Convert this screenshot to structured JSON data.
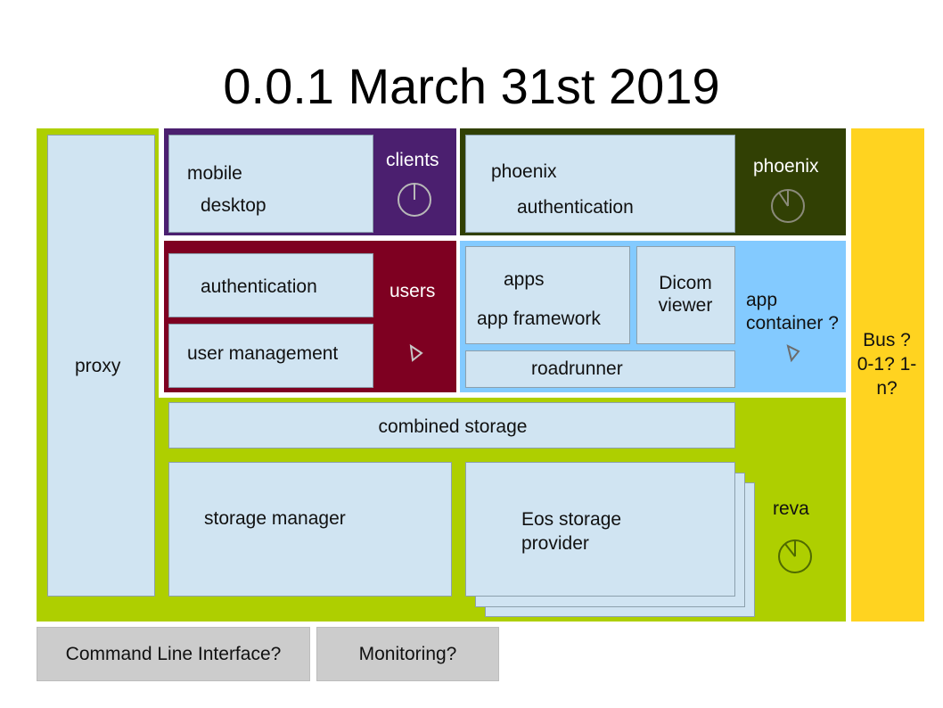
{
  "title": "0.0.1 March 31st 2019",
  "colors": {
    "proxy_green": "#aecf00",
    "clients_purple": "#4b1f6f",
    "phoenix_olive": "#314004",
    "users_maroon": "#7e0021",
    "app_container_blue": "#83caff",
    "bus_yellow": "#ffd320",
    "light_box": "#d0e4f2",
    "gray_box": "#cccccc"
  },
  "proxy": {
    "label": "proxy"
  },
  "clients": {
    "label": "clients",
    "items": [
      "mobile",
      "desktop"
    ],
    "icon": "clock-icon"
  },
  "phoenix": {
    "label": "phoenix",
    "items": [
      "phoenix",
      "authentication"
    ],
    "icon": "clock-icon"
  },
  "users": {
    "label": "users",
    "items": [
      "authentication",
      "user management"
    ],
    "icon": "pie-slice-icon"
  },
  "app_container": {
    "label": "app container ?",
    "apps_box": [
      "apps",
      "app framework"
    ],
    "dicom_box": "Dicom viewer",
    "roadrunner": "roadrunner",
    "icon": "pie-slice-icon"
  },
  "reva": {
    "label": "reva",
    "combined_storage": "combined storage",
    "storage_manager": "storage manager",
    "eos_provider": "Eos storage provider",
    "icon": "clock-icon"
  },
  "bus": {
    "label": "Bus ? 0-1? 1-n?"
  },
  "bottom": {
    "cli": "Command Line Interface?",
    "monitoring": "Monitoring?"
  }
}
